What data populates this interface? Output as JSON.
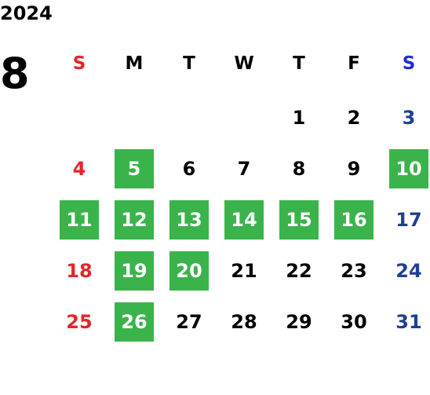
{
  "calendar": {
    "year": "2024",
    "month": "8",
    "weekdays": [
      "S",
      "M",
      "T",
      "W",
      "T",
      "F",
      "S"
    ],
    "colors": {
      "sunday": "#e3262c",
      "saturday_header": "#1f2fd6",
      "saturday": "#1f3f92",
      "highlight_bg": "#3bb34b",
      "highlight_text": "#ffffff",
      "normal": "#000000"
    },
    "weeks": [
      [
        {
          "day": "",
          "highlight": false
        },
        {
          "day": "",
          "highlight": false
        },
        {
          "day": "",
          "highlight": false
        },
        {
          "day": "",
          "highlight": false
        },
        {
          "day": "1",
          "highlight": false
        },
        {
          "day": "2",
          "highlight": false
        },
        {
          "day": "3",
          "highlight": false
        }
      ],
      [
        {
          "day": "4",
          "highlight": false
        },
        {
          "day": "5",
          "highlight": true
        },
        {
          "day": "6",
          "highlight": false
        },
        {
          "day": "7",
          "highlight": false
        },
        {
          "day": "8",
          "highlight": false
        },
        {
          "day": "9",
          "highlight": false
        },
        {
          "day": "10",
          "highlight": true
        }
      ],
      [
        {
          "day": "11",
          "highlight": true
        },
        {
          "day": "12",
          "highlight": true
        },
        {
          "day": "13",
          "highlight": true
        },
        {
          "day": "14",
          "highlight": true
        },
        {
          "day": "15",
          "highlight": true
        },
        {
          "day": "16",
          "highlight": true
        },
        {
          "day": "17",
          "highlight": false
        }
      ],
      [
        {
          "day": "18",
          "highlight": false
        },
        {
          "day": "19",
          "highlight": true
        },
        {
          "day": "20",
          "highlight": true
        },
        {
          "day": "21",
          "highlight": false
        },
        {
          "day": "22",
          "highlight": false
        },
        {
          "day": "23",
          "highlight": false
        },
        {
          "day": "24",
          "highlight": false
        }
      ],
      [
        {
          "day": "25",
          "highlight": false
        },
        {
          "day": "26",
          "highlight": true
        },
        {
          "day": "27",
          "highlight": false
        },
        {
          "day": "28",
          "highlight": false
        },
        {
          "day": "29",
          "highlight": false
        },
        {
          "day": "30",
          "highlight": false
        },
        {
          "day": "31",
          "highlight": false
        }
      ]
    ]
  }
}
